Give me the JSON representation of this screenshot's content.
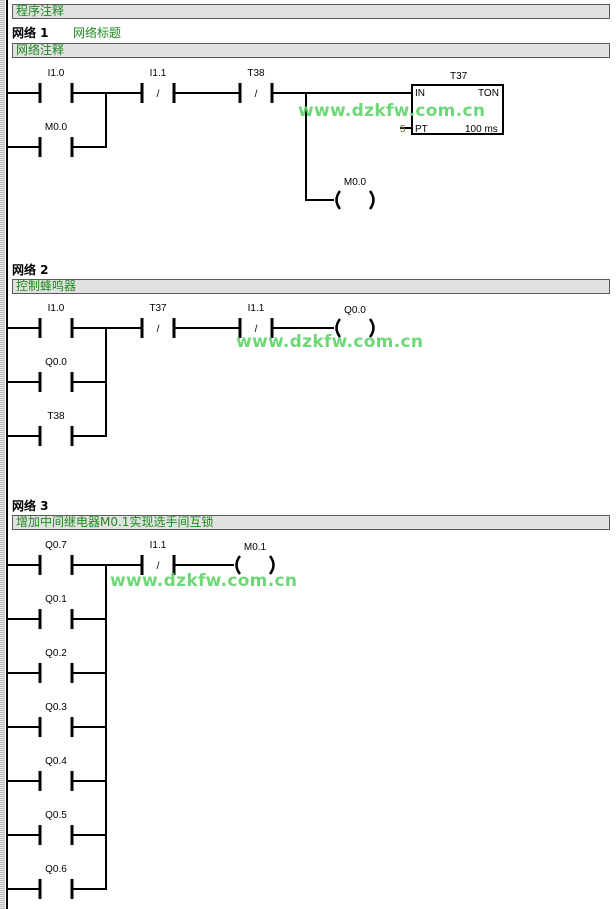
{
  "program_comment": "程序注释",
  "watermark": "www.dzkfw.com.cn",
  "colors": {
    "comment_text": "#1c8c1c",
    "watermark": "#5fd46a",
    "bar_bg": "#e1e1e1"
  },
  "networks": [
    {
      "label": "网络 1",
      "title": "网络标题",
      "comment": "网络注释",
      "contacts": [
        {
          "name": "I1.0",
          "type": "NO"
        },
        {
          "name": "M0.0",
          "type": "NO"
        },
        {
          "name": "I1.1",
          "type": "NC",
          "symbol": "/"
        },
        {
          "name": "T38",
          "type": "NC",
          "symbol": "/"
        }
      ],
      "timer": {
        "name": "T37",
        "type": "TON",
        "in": "IN",
        "pt": "PT",
        "pt_value": "5",
        "base": "100 ms"
      },
      "coils": [
        {
          "name": "M0.0"
        }
      ]
    },
    {
      "label": "网络 2",
      "comment": "控制蜂鸣器",
      "contacts": [
        {
          "name": "I1.0",
          "type": "NO"
        },
        {
          "name": "Q0.0",
          "type": "NO"
        },
        {
          "name": "T38",
          "type": "NO"
        },
        {
          "name": "T37",
          "type": "NC",
          "symbol": "/"
        },
        {
          "name": "I1.1",
          "type": "NC",
          "symbol": "/"
        }
      ],
      "coils": [
        {
          "name": "Q0.0"
        }
      ]
    },
    {
      "label": "网络 3",
      "comment": "增加中间继电器M0.1实现选手间互锁",
      "contacts": [
        {
          "name": "Q0.7",
          "type": "NO"
        },
        {
          "name": "Q0.1",
          "type": "NO"
        },
        {
          "name": "Q0.2",
          "type": "NO"
        },
        {
          "name": "Q0.3",
          "type": "NO"
        },
        {
          "name": "Q0.4",
          "type": "NO"
        },
        {
          "name": "Q0.5",
          "type": "NO"
        },
        {
          "name": "Q0.6",
          "type": "NO"
        },
        {
          "name": "I1.1",
          "type": "NC",
          "symbol": "/"
        }
      ],
      "coils": [
        {
          "name": "M0.1"
        }
      ]
    }
  ]
}
